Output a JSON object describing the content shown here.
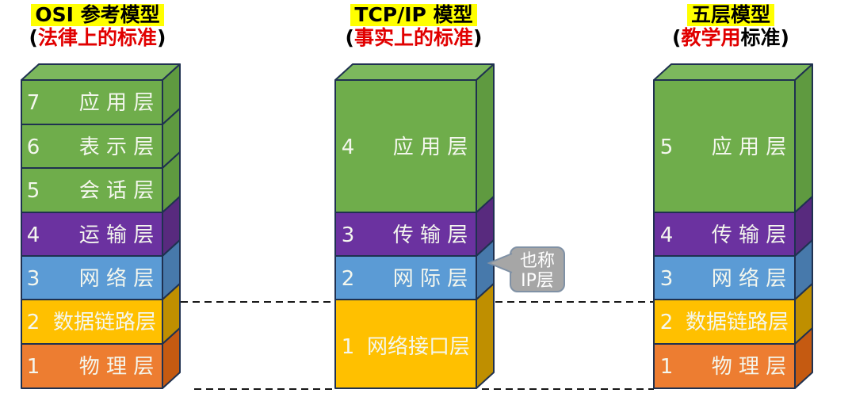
{
  "columns": [
    {
      "heading": "OSI 参考模型",
      "paren_open": "(",
      "sub_red": "法律上的标准",
      "sub_black": "",
      "paren_close": ")"
    },
    {
      "heading": "TCP/IP 模型",
      "paren_open": "(",
      "sub_red": "事实上的标准",
      "sub_black": "",
      "paren_close": ")"
    },
    {
      "heading": "五层模型",
      "paren_open": "(",
      "sub_red": "教学用",
      "sub_black": "标准",
      "paren_close": ")"
    }
  ],
  "stacks": [
    {
      "name": "OSI",
      "layers": [
        {
          "num": "7",
          "label": "应 用 层"
        },
        {
          "num": "6",
          "label": "表 示 层"
        },
        {
          "num": "5",
          "label": "会 话 层"
        },
        {
          "num": "4",
          "label": "运 输 层"
        },
        {
          "num": "3",
          "label": "网 络 层"
        },
        {
          "num": "2",
          "label": "数据链路层"
        },
        {
          "num": "1",
          "label": "物 理 层"
        }
      ]
    },
    {
      "name": "TCP/IP",
      "layers": [
        {
          "num": "4",
          "label": "应 用 层"
        },
        {
          "num": "3",
          "label": "传 输 层"
        },
        {
          "num": "2",
          "label": "网 际 层"
        },
        {
          "num": "1",
          "label": "网络接口层"
        }
      ]
    },
    {
      "name": "五层",
      "layers": [
        {
          "num": "5",
          "label": "应 用 层"
        },
        {
          "num": "4",
          "label": "传 输 层"
        },
        {
          "num": "3",
          "label": "网 络 层"
        },
        {
          "num": "2",
          "label": "数据链路层"
        },
        {
          "num": "1",
          "label": "物 理 层"
        }
      ]
    }
  ],
  "callout": {
    "line1": "也称",
    "line2": "IP层"
  },
  "colors": {
    "highlight": "#ffff00",
    "accent_red": "#e10000",
    "green_front": "#6fad4b",
    "green_side": "#5f9a40",
    "green_top": "#7cb85d",
    "purple_front": "#6b32a0",
    "purple_side": "#582a7e",
    "blue_front": "#5b9bd5",
    "blue_side": "#4779ab",
    "yellow_front": "#ffc000",
    "yellow_side": "#bf8f00",
    "orange_front": "#ed7d31",
    "orange_side": "#c55a11",
    "outline": "#1f3150",
    "callout_fill": "#a6a6a6",
    "callout_stroke": "#8091a5"
  }
}
